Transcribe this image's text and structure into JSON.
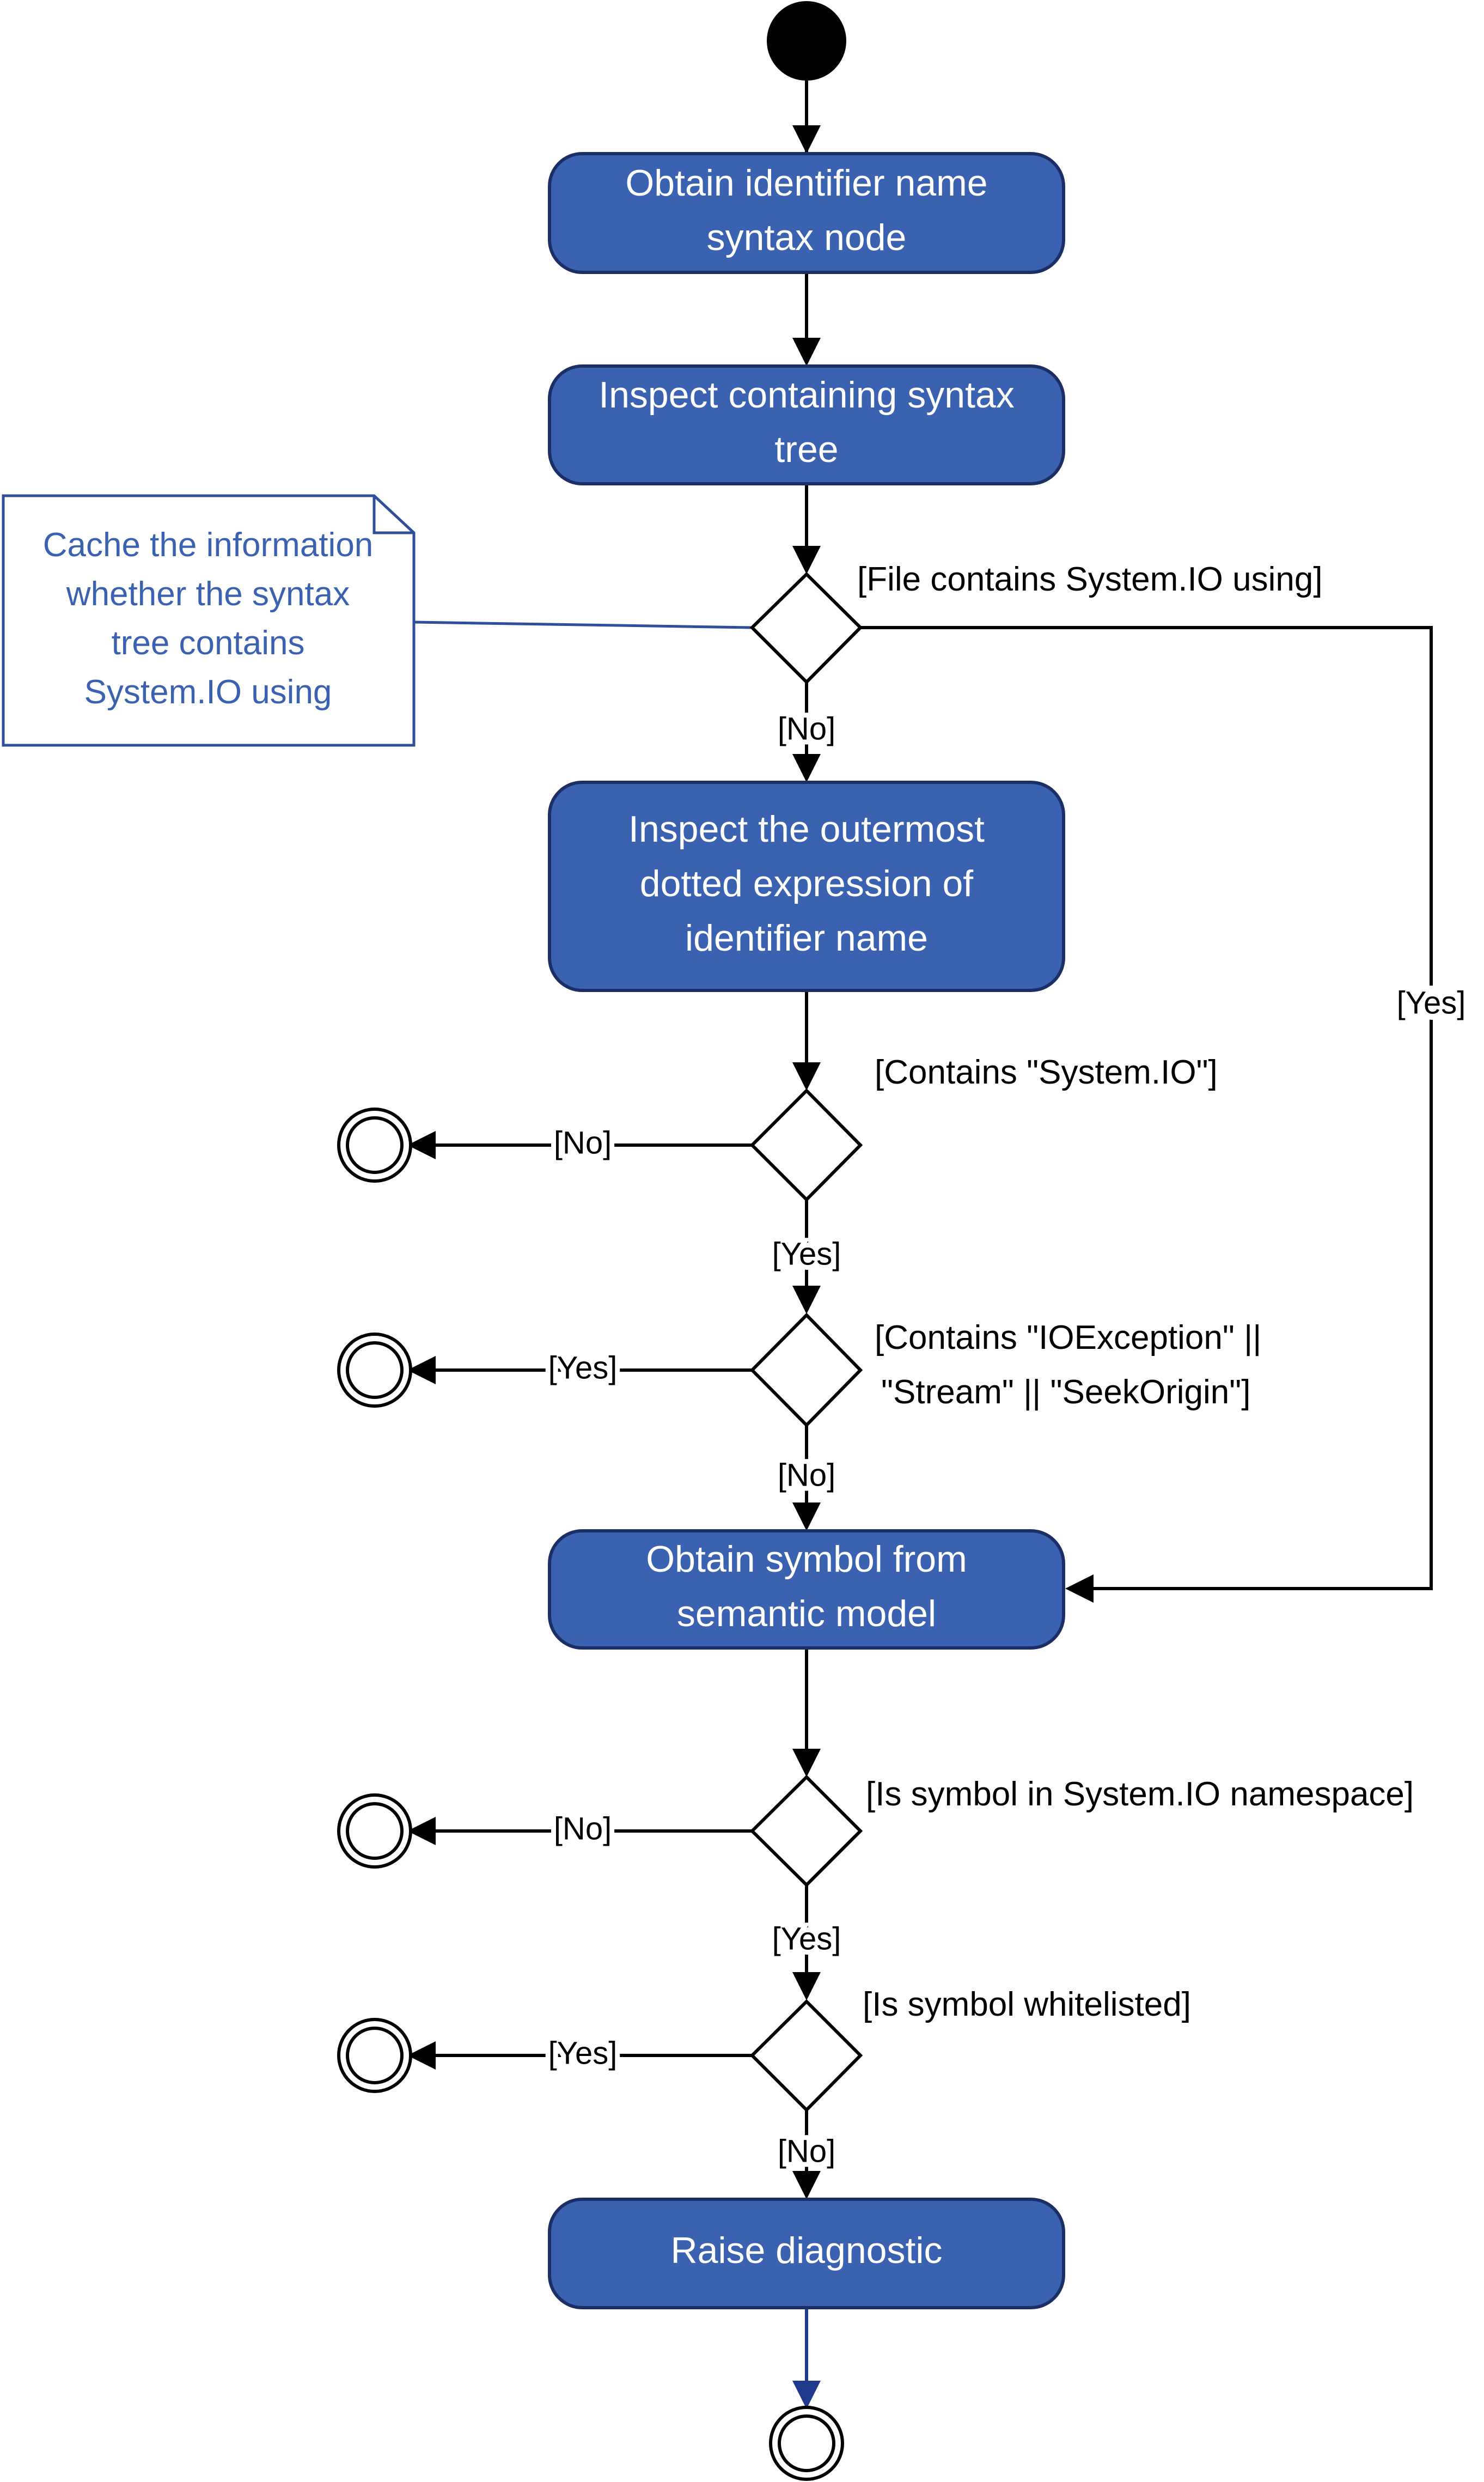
{
  "activities": {
    "obtain_identifier": [
      "Obtain identifier name",
      "syntax node"
    ],
    "inspect_tree": [
      "Inspect containing syntax",
      "tree"
    ],
    "inspect_outermost": [
      "Inspect the outermost",
      "dotted expression of",
      "identifier name"
    ],
    "obtain_symbol": [
      "Obtain symbol from",
      "semantic model"
    ],
    "raise_diagnostic": [
      "Raise diagnostic"
    ]
  },
  "conditions": {
    "file_using": [
      "[File contains System.IO using]"
    ],
    "contains_system_io": [
      "[Contains \"System.IO\"]"
    ],
    "contains_types": [
      "[Contains \"IOException\" ||",
      "\"Stream\" || \"SeekOrigin\"]"
    ],
    "in_namespace": [
      "[Is symbol in System.IO namespace]"
    ],
    "whitelisted": [
      "[Is symbol whitelisted]"
    ]
  },
  "edge_labels": {
    "d1_no": "[No]",
    "d1_yes": "[Yes]",
    "d2_no": "[No]",
    "d2_yes": "[Yes]",
    "d3_yes": "[Yes]",
    "d3_no": "[No]",
    "d4_no": "[No]",
    "d4_yes": "[Yes]",
    "d5_yes": "[Yes]",
    "d5_no": "[No]"
  },
  "note": [
    "Cache the information",
    "whether the syntax",
    "tree contains",
    "System.IO using"
  ],
  "colors": {
    "activity_fill": "#3b62b0",
    "activity_border": "#1b2f66",
    "note_text": "#3b62b0",
    "final_arrow": "#1f3a8a"
  }
}
